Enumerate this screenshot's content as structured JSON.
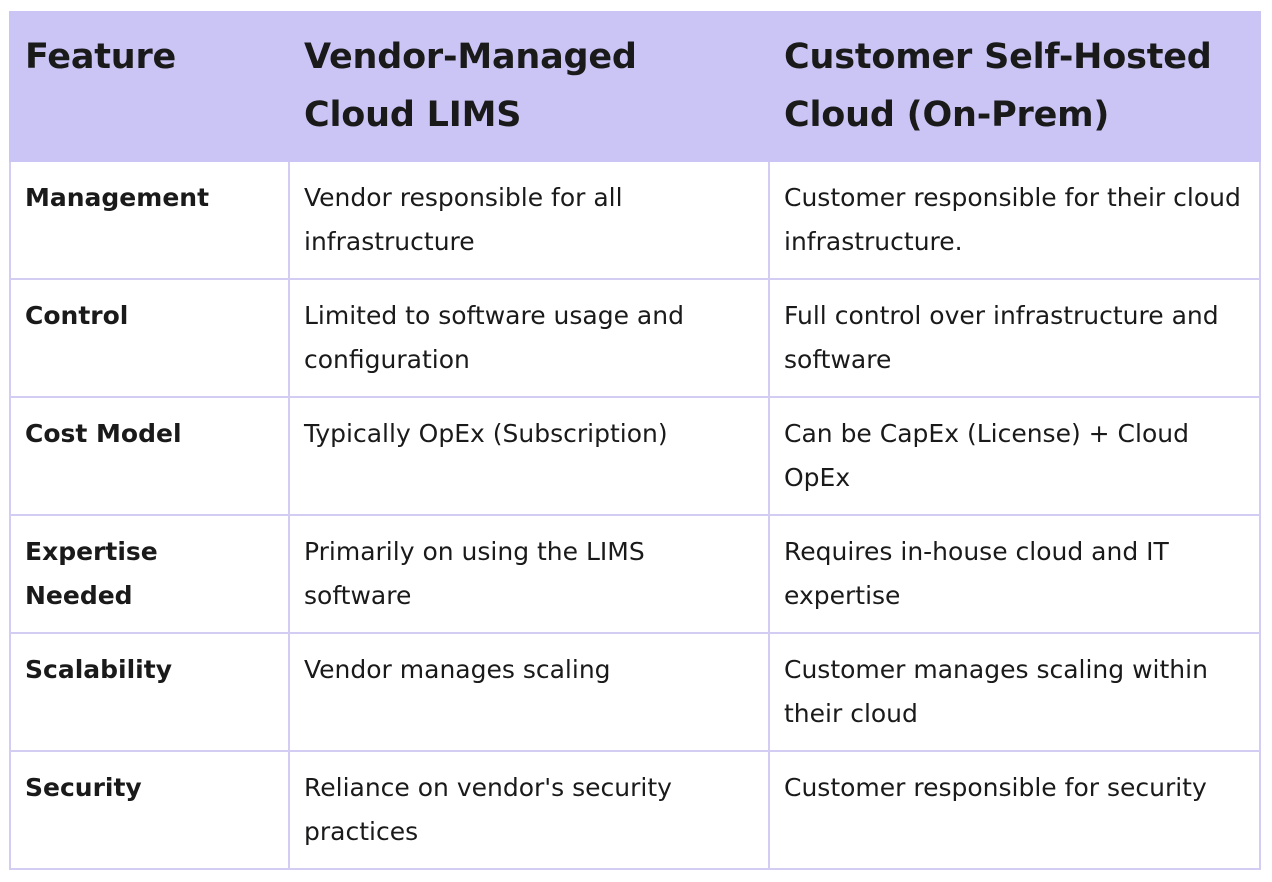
{
  "table": {
    "headers": [
      "Feature",
      "Vendor-Managed Cloud LIMS",
      "Customer Self-Hosted Cloud (On-Prem)"
    ],
    "rows": [
      [
        "Management",
        "Vendor responsible for all infrastructure",
        "Customer responsible for their cloud infrastructure."
      ],
      [
        "Control",
        "Limited to software usage and configuration",
        "Full control over infrastructure and software"
      ],
      [
        "Cost Model",
        "Typically OpEx (Subscription)",
        "Can be CapEx (License) + Cloud OpEx"
      ],
      [
        "Expertise Needed",
        "Primarily on using the LIMS software",
        "Requires in-house cloud and IT expertise"
      ],
      [
        "Scalability",
        "Vendor manages scaling",
        "Customer manages scaling within their cloud"
      ],
      [
        "Security",
        "Reliance on vendor's security practices",
        "Customer responsible for security"
      ]
    ]
  },
  "colors": {
    "header_bg": "#cbc5f6",
    "border": "#d3cdf4",
    "text": "#1a1a1a"
  }
}
